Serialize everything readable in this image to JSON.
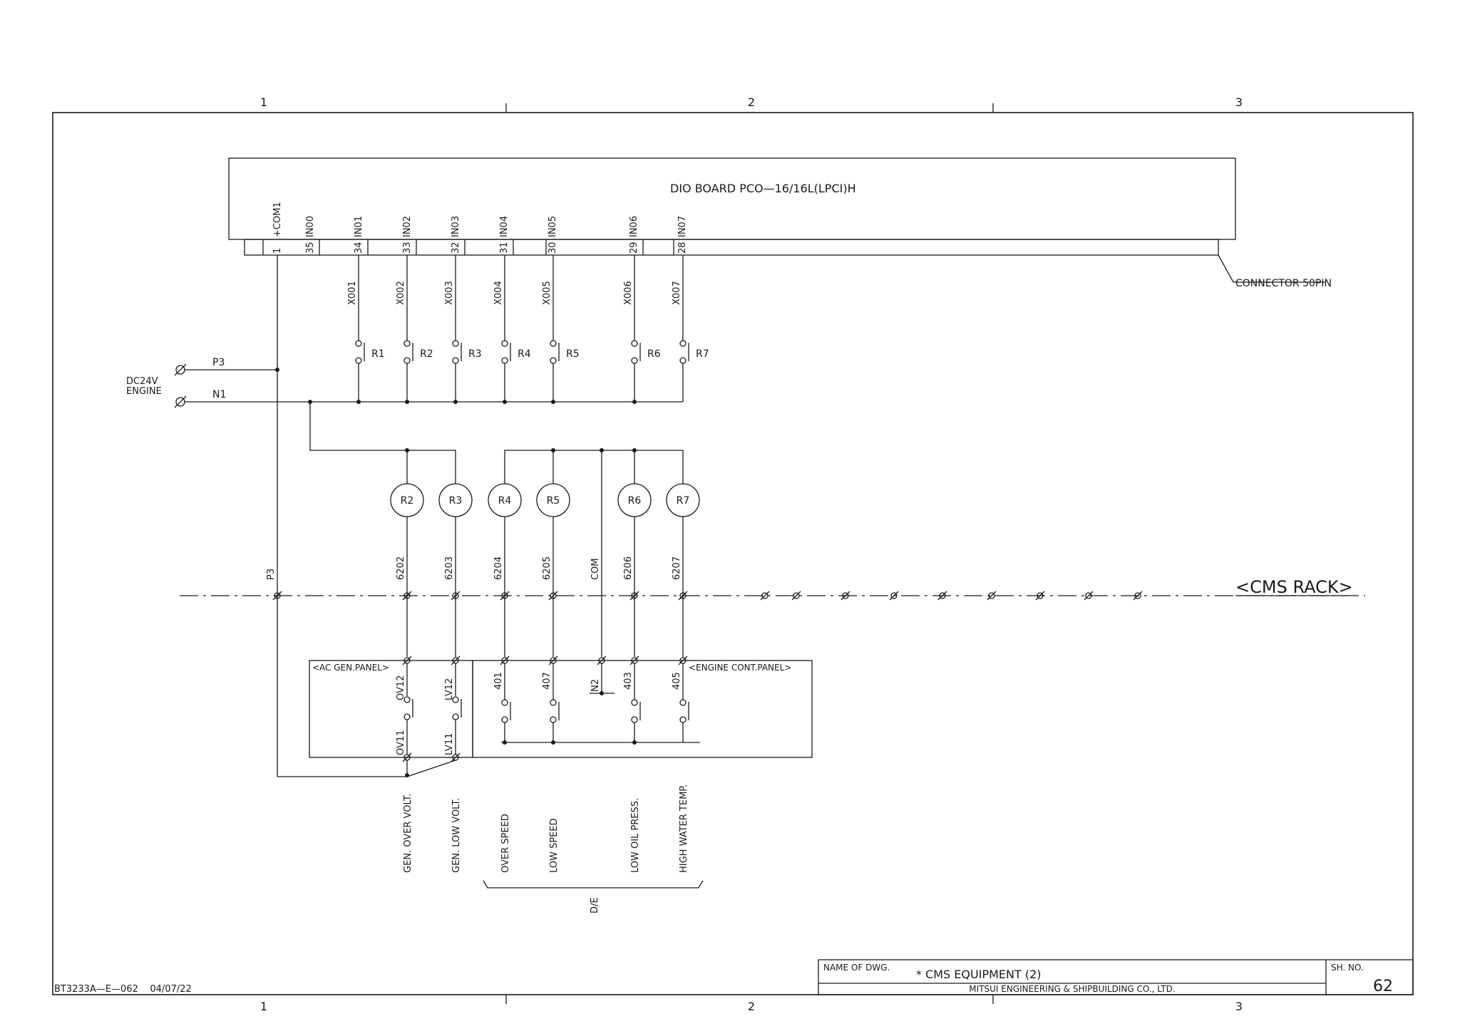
{
  "grid": {
    "top": [
      "1",
      "2",
      "3"
    ],
    "bottom": [
      "1",
      "2",
      "3"
    ]
  },
  "board": {
    "title": "DIO BOARD  PCO—16/16L(LPCI)H",
    "connector_label": "CONNECTOR 50PIN",
    "pins": [
      {
        "no": "1",
        "name": "+COM1"
      },
      {
        "no": "35",
        "name": "IN00"
      },
      {
        "no": "34",
        "name": "IN01"
      },
      {
        "no": "33",
        "name": "IN02"
      },
      {
        "no": "32",
        "name": "IN03"
      },
      {
        "no": "31",
        "name": "IN04"
      },
      {
        "no": "30",
        "name": "IN05"
      },
      {
        "no": "29",
        "name": "IN06"
      },
      {
        "no": "28",
        "name": "IN07"
      }
    ]
  },
  "wires": [
    "X001",
    "X002",
    "X003",
    "X004",
    "X005",
    "X006",
    "X007"
  ],
  "relay_contacts": [
    "R1",
    "R2",
    "R3",
    "R4",
    "R5",
    "R6",
    "R7"
  ],
  "supply": {
    "label_line1": "DC24V",
    "label_line2": "ENGINE",
    "positive": "P3",
    "negative": "N1"
  },
  "relay_coils": [
    "R2",
    "R3",
    "R4",
    "R5",
    "R6",
    "R7"
  ],
  "rack": {
    "label": "<CMS RACK>",
    "terminals": [
      "P3",
      "6202",
      "6203",
      "6204",
      "6205",
      "COM",
      "6206",
      "6207"
    ]
  },
  "panels": {
    "ac_gen": "<AC GEN.PANEL>",
    "engine": "<ENGINE CONT.PANEL>",
    "ac_upper": [
      "OV12",
      "LV12"
    ],
    "ac_lower": [
      "OV11",
      "LV11"
    ],
    "engine_terms": [
      "401",
      "407",
      "403",
      "405"
    ],
    "n2": "N2"
  },
  "signals": [
    "GEN. OVER VOLT.",
    "GEN. LOW VOLT.",
    "OVER SPEED",
    "LOW SPEED",
    "LOW OIL PRESS.",
    "HIGH WATER TEMP."
  ],
  "de_label": "D/E",
  "title_block": {
    "name_caption": "NAME OF DWG.",
    "name": "* CMS EQUIPMENT (2)",
    "company": "MITSUI ENGINEERING & SHIPBUILDING CO., LTD.",
    "sheet_caption": "SH. NO.",
    "sheet_no": "62"
  },
  "doc_ref": "BT3233A—E—062    04/07/22"
}
